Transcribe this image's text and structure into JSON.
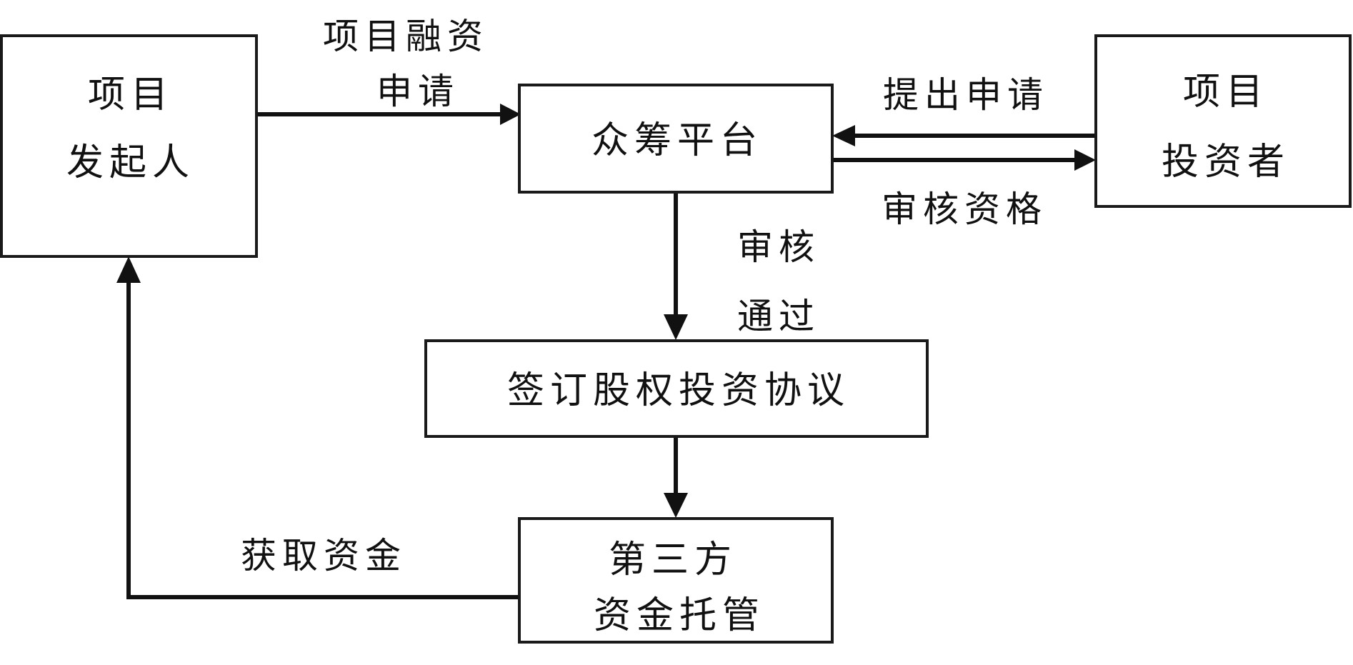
{
  "diagram": {
    "nodes": {
      "initiator": {
        "line1": "项目",
        "line2": "发起人"
      },
      "platform": {
        "label": "众筹平台"
      },
      "investor": {
        "line1": "项目",
        "line2": "投资者"
      },
      "agreement": {
        "label": "签订股权投资协议"
      },
      "custody": {
        "line1": "第三方",
        "line2": "资金托管"
      }
    },
    "edges": {
      "financing_request": {
        "line1": "项目融资",
        "line2": "申请"
      },
      "submit_application": {
        "label": "提出申请"
      },
      "review_qualification": {
        "label": "审核资格"
      },
      "review_passed": {
        "line1": "审核",
        "line2": "通过"
      },
      "obtain_funds": {
        "label": "获取资金"
      }
    }
  },
  "colors": {
    "stroke": "#111111",
    "background": "#ffffff"
  }
}
